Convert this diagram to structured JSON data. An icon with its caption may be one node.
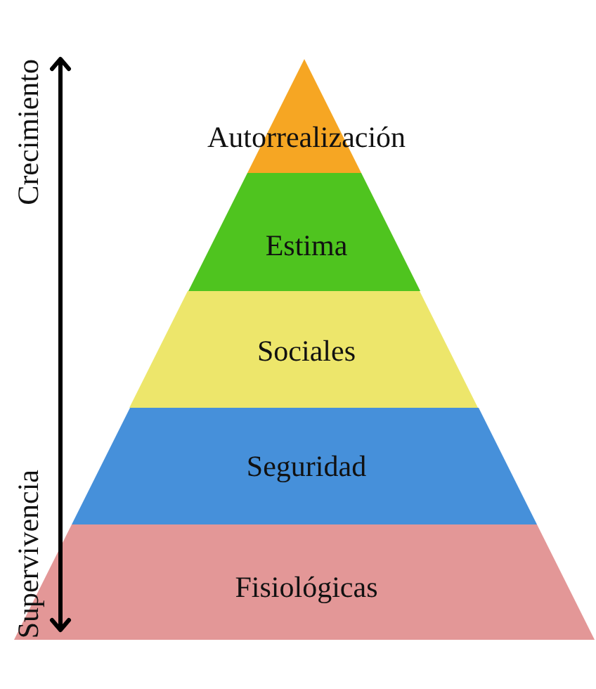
{
  "diagram": {
    "nodes": [
      {
        "text": [
          "Autorrealización"
        ]
      },
      {
        "text": [
          "Estima"
        ]
      },
      {
        "text": [
          "Sociales"
        ]
      },
      {
        "text": [
          "Seguridad"
        ]
      },
      {
        "text": [
          "Fisiológicas"
        ]
      }
    ],
    "labels": [
      "Crecimiento",
      "Supervivencia"
    ]
  }
}
